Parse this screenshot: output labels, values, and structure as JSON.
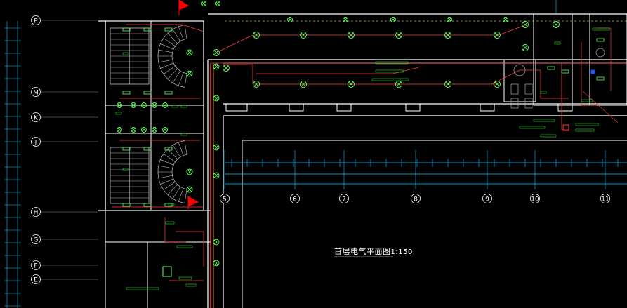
{
  "drawing": {
    "title": "首层电气平面图",
    "scale": "1:150"
  },
  "grid_rows": [
    "P",
    "M",
    "K",
    "J",
    "H",
    "G",
    "F",
    "E"
  ],
  "grid_cols": [
    "5",
    "6",
    "7",
    "8",
    "9",
    "10",
    "11"
  ],
  "colors": {
    "background": "#000000",
    "wall": "#ffffff",
    "power_line": "#ff3b3b",
    "dim_line": "#00c8ff",
    "fixture": "#66ff66",
    "label": "#33ff33",
    "axis": "#ffffff",
    "stair": "#c0c0c0",
    "flag": "#ff0000",
    "panel_orange": "#ff9900"
  }
}
